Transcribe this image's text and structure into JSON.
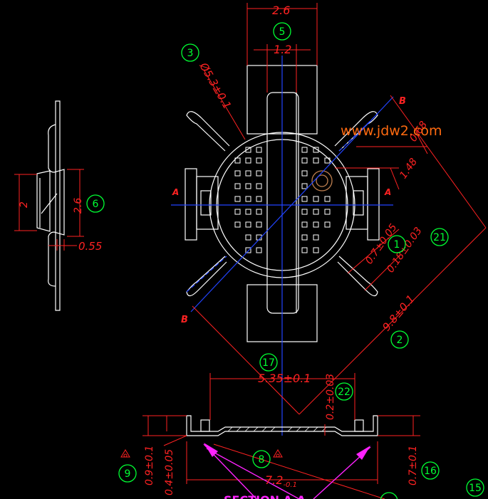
{
  "watermark": "www.jdw2.com",
  "section_title": "SECTION A-A",
  "dimensions": {
    "top_width": "2.6",
    "inner_width": "1.2",
    "diameter": "Ø5.3±0.1",
    "diag_068": "0.68",
    "diag_148": "1.48",
    "tol_07": "0.7±0.05",
    "tol_018": "0.18±0.03",
    "length_98": "9.8±0.1",
    "side_height": "2",
    "side_26": "2.6",
    "side_055": "0.55",
    "section_width": "5.35±0.1",
    "section_02": "0.2±0.03",
    "section_09": "0.9±0.1",
    "section_04": "0.4±0.05",
    "section_72": "7.2",
    "section_72_tol": "-0.1",
    "section_07": "0.7±0.1"
  },
  "labels": {
    "section_a_left": "A",
    "section_a_right": "A",
    "section_b_top": "B",
    "section_b_bottom": "B"
  },
  "bubbles": [
    "5",
    "3",
    "6",
    "1",
    "21",
    "2",
    "17",
    "22",
    "8",
    "9",
    "16",
    "15"
  ],
  "colors": {
    "background": "#000000",
    "outline": "#ffffff",
    "dimension": "#ff2222",
    "centerline": "#2244ff",
    "bubble": "#00ff33",
    "arrow": "#ff22ff",
    "watermark": "#ff6a10",
    "feature": "#c08050"
  }
}
